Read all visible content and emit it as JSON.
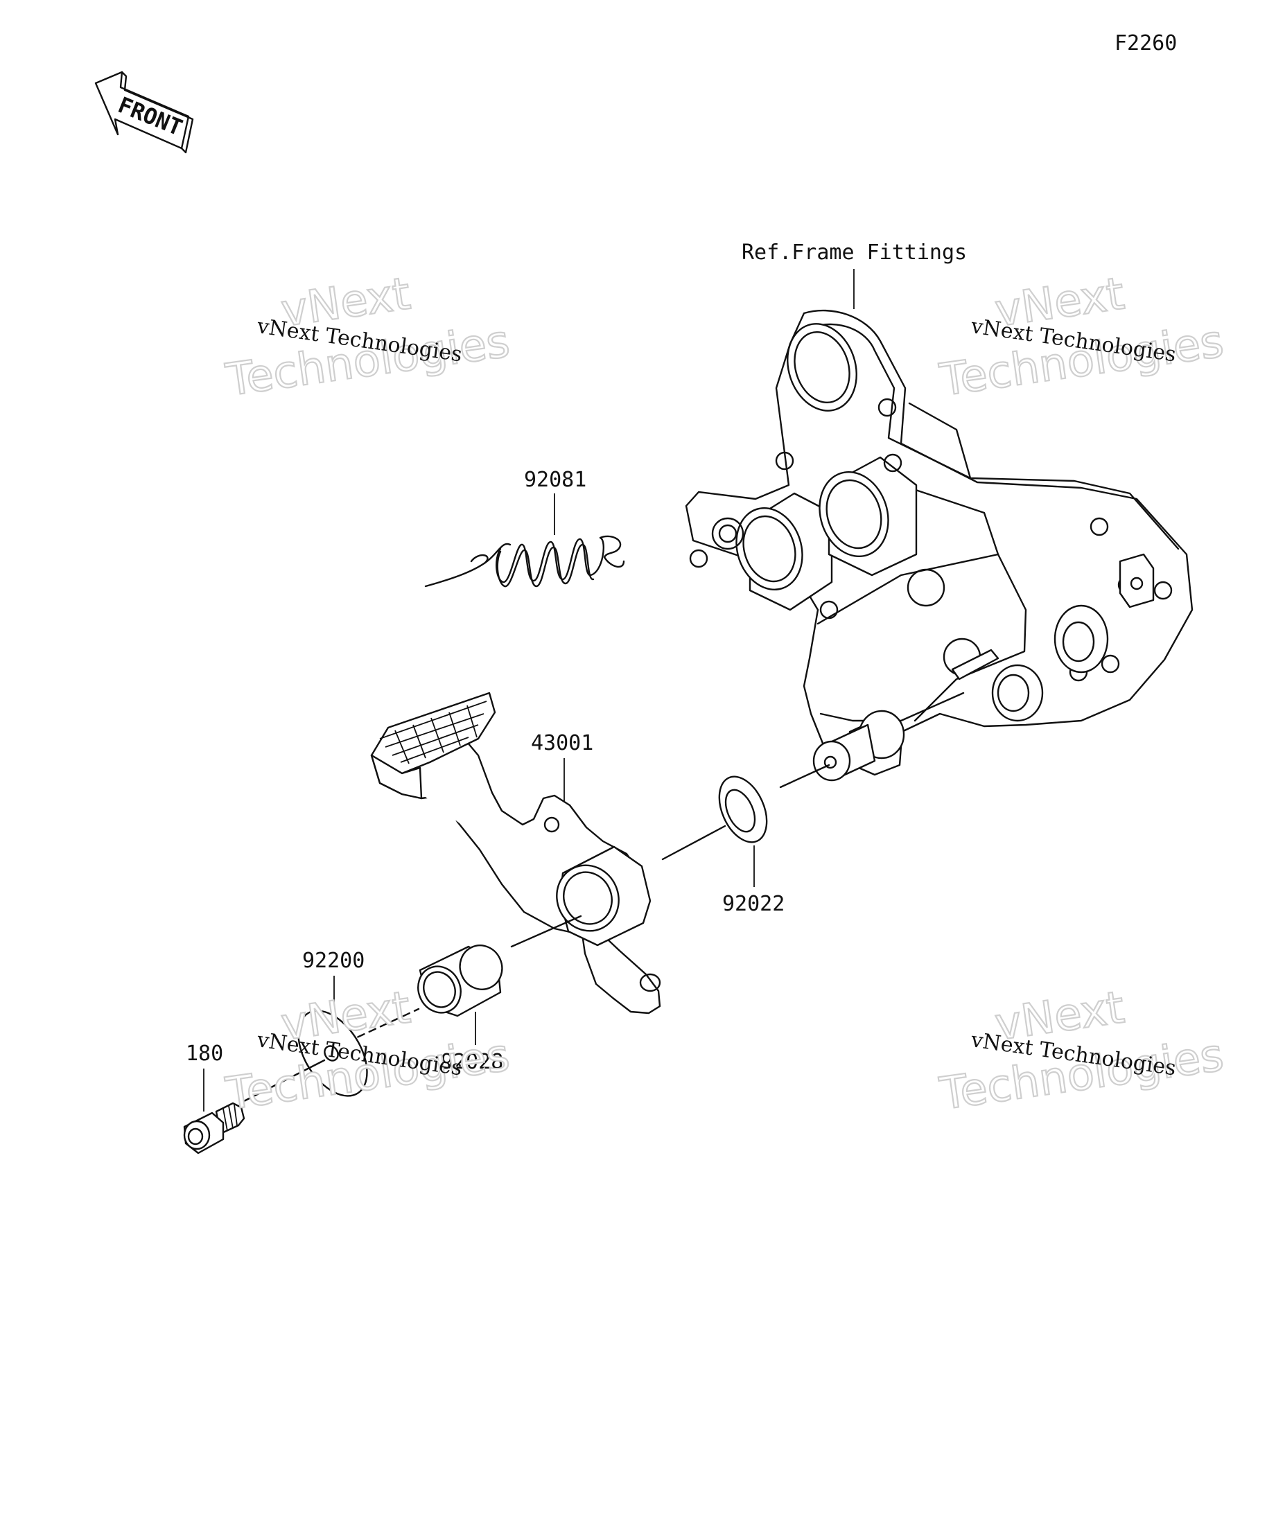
{
  "diagram": {
    "figure_code": "F2260",
    "front_arrow_label": "FRONT",
    "frame_reference": "Ref.Frame Fittings",
    "parts": {
      "spring": "92081",
      "pedal": "43001",
      "washer": "92022",
      "plate_washer": "92200",
      "collar": "92028",
      "bolt": "180"
    },
    "watermark": {
      "line_big_1": "vNext",
      "line_big_2": "Technologies",
      "line_small": "vNext Technologies"
    }
  }
}
